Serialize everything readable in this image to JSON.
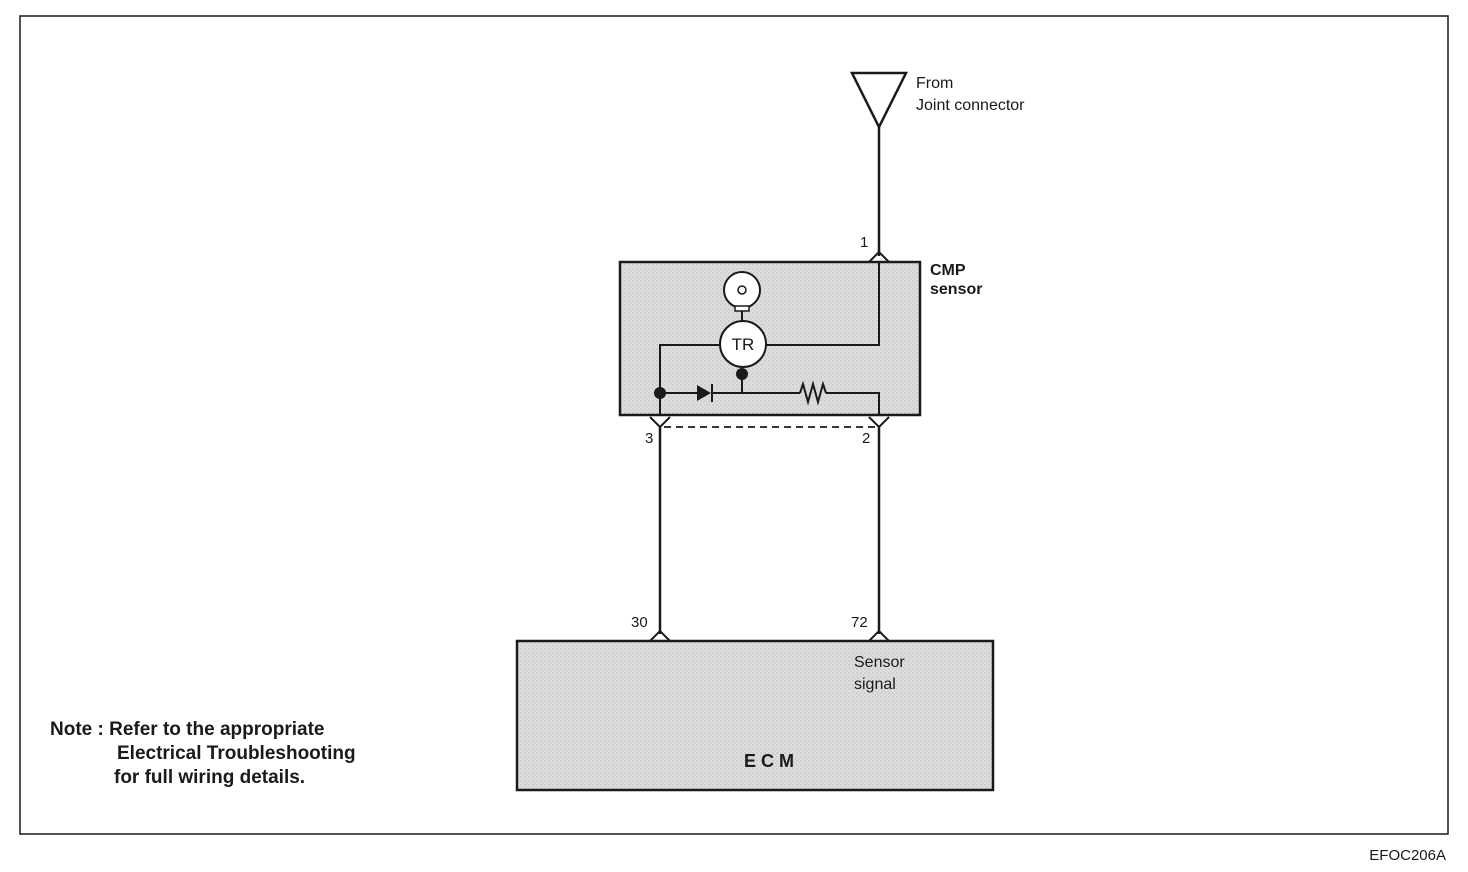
{
  "source": {
    "line1": "From",
    "line2": "Joint connector"
  },
  "cmp_sensor": {
    "line1": "CMP",
    "line2": "sensor",
    "transistor_label": "TR"
  },
  "pins": {
    "sensor_1": "1",
    "sensor_3": "3",
    "sensor_2": "2",
    "ecm_30": "30",
    "ecm_72": "72"
  },
  "ecm": {
    "title": "E C M",
    "signal_line1": "Sensor",
    "signal_line2": "signal"
  },
  "note": {
    "line1": "Note : Refer to the appropriate",
    "line2": "Electrical Troubleshooting",
    "line3": "for full wiring details."
  },
  "figure_code": "EFOC206A",
  "colors": {
    "ink": "#1a1a1a",
    "box_fill": "#dcdcdc"
  }
}
